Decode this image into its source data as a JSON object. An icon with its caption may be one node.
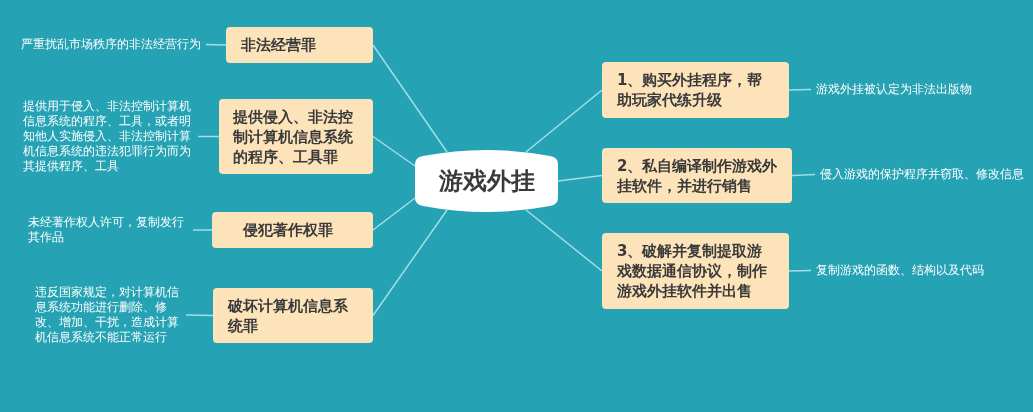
{
  "diagram": {
    "nodes": [
      {
        "text": [
          "游戏外挂"
        ]
      },
      {
        "text": [
          "非法经营罪"
        ]
      },
      {
        "text": [
          "提供侵入、非法控制计算机信息系统的程序、工具罪"
        ]
      },
      {
        "text": [
          "侵犯著作权罪"
        ]
      },
      {
        "text": [
          "破坏计算机信息系统罪"
        ]
      },
      {
        "text": [
          "1、购买外挂程序，帮助玩家代练升级"
        ]
      },
      {
        "text": [
          "2、私自编译制作游戏外挂软件，并进行销售"
        ]
      },
      {
        "text": [
          "3、破解并复制提取游戏数据通信协议，制作游戏外挂软件并出售"
        ]
      },
      {
        "text": [
          "严重扰乱市场秩序的非法经营行为"
        ]
      },
      {
        "text": [
          "提供用于侵入、非法控制计算机信息系统的程序、工具，或者明知他人实施侵入、非法控制计算机信息系统的违法犯罪行为而为其提供程序、工具"
        ]
      },
      {
        "text": [
          "未经著作权人许可，复制发行其作品"
        ]
      },
      {
        "text": [
          "违反国家规定，对计算机信息系统功能进行删除、修改、增加、干扰，造成计算机信息系统不能正常运行"
        ]
      },
      {
        "text": [
          "游戏外挂被认定为非法出版物"
        ]
      },
      {
        "text": [
          "侵入游戏的保护程序并窃取、修改信息"
        ]
      },
      {
        "text": [
          "复制游戏的函数、结构以及代码"
        ]
      }
    ],
    "edges": [
      {
        "from": 0,
        "to": 1,
        "arrow": "none"
      },
      {
        "from": 0,
        "to": 2,
        "arrow": "none"
      },
      {
        "from": 0,
        "to": 3,
        "arrow": "none"
      },
      {
        "from": 0,
        "to": 4,
        "arrow": "none"
      },
      {
        "from": 0,
        "to": 5,
        "arrow": "none"
      },
      {
        "from": 0,
        "to": 6,
        "arrow": "none"
      },
      {
        "from": 0,
        "to": 7,
        "arrow": "none"
      },
      {
        "from": 1,
        "to": 8,
        "arrow": "none"
      },
      {
        "from": 2,
        "to": 9,
        "arrow": "none"
      },
      {
        "from": 3,
        "to": 10,
        "arrow": "none"
      },
      {
        "from": 4,
        "to": 11,
        "arrow": "none"
      },
      {
        "from": 5,
        "to": 12,
        "arrow": "none"
      },
      {
        "from": 6,
        "to": 13,
        "arrow": "none"
      },
      {
        "from": 7,
        "to": 14,
        "arrow": "none"
      }
    ]
  }
}
